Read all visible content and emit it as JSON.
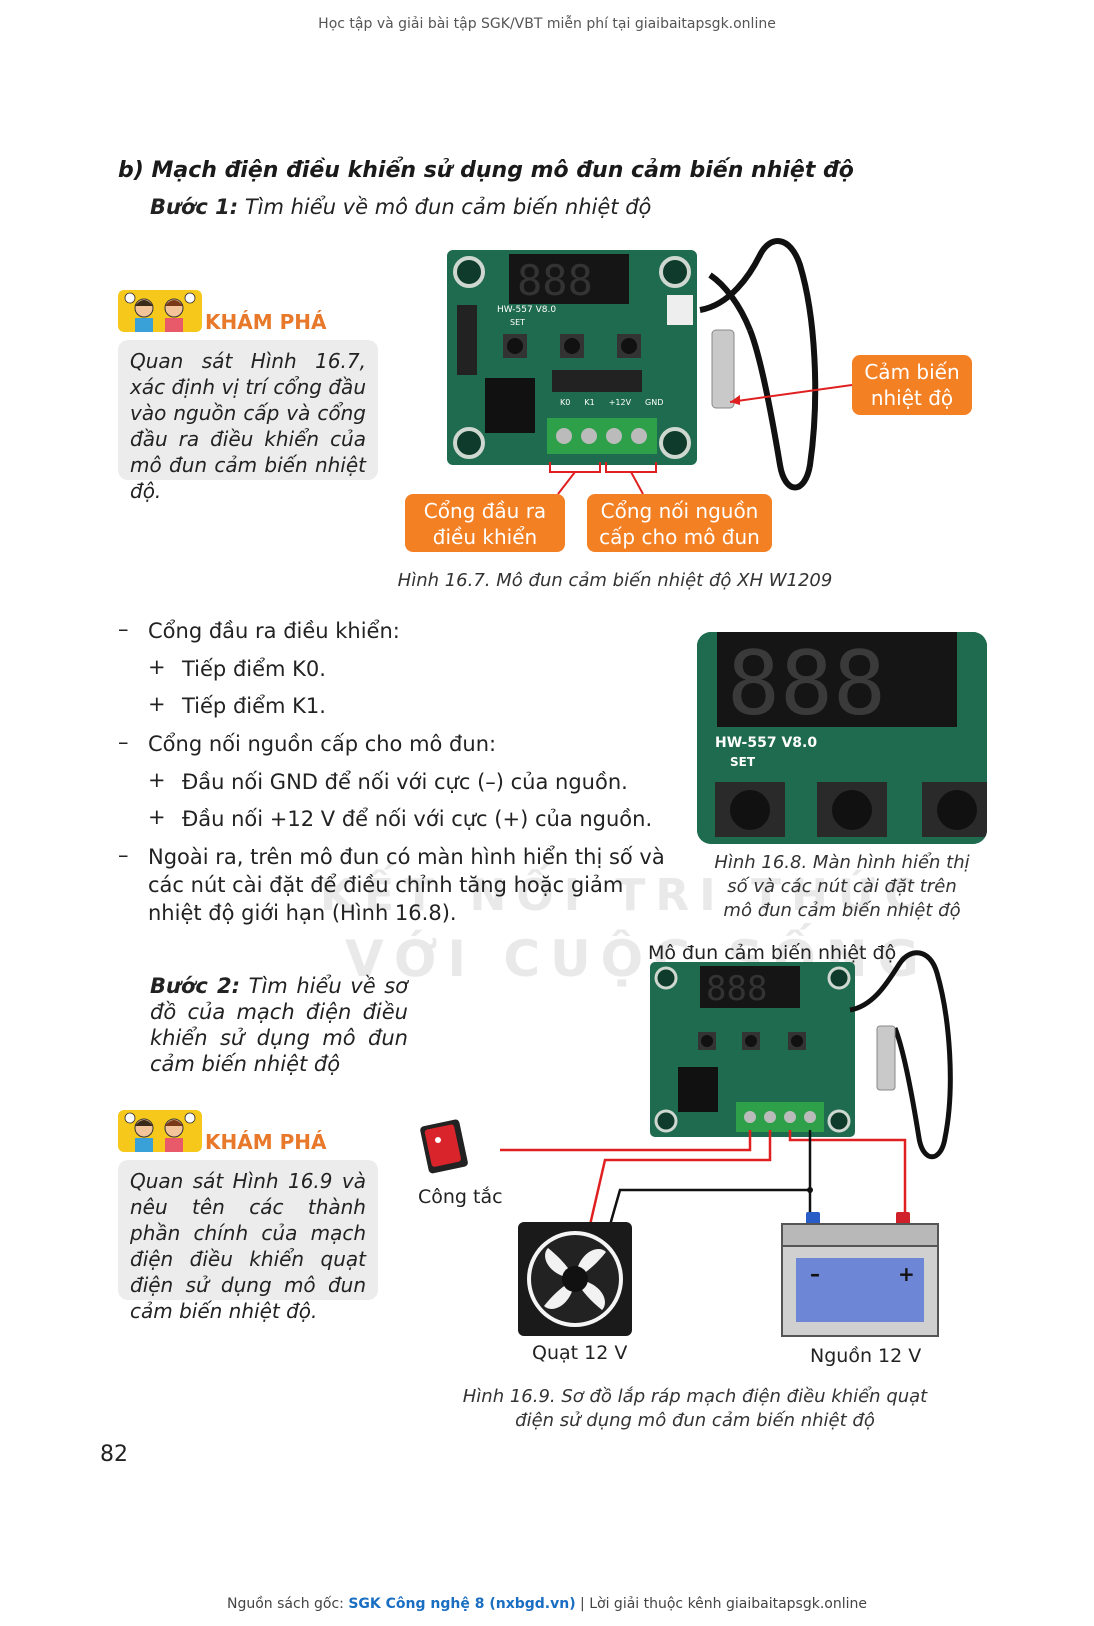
{
  "header": {
    "text": "Học tập và giải bài tập SGK/VBT miễn phí tại giaibaitapsgk.online"
  },
  "section_b": {
    "title": "b) Mạch điện điều khiển sử dụng mô đun cảm biến nhiệt độ"
  },
  "step1": {
    "label": "Bước 1:",
    "text": " Tìm hiểu về mô đun cảm biến nhiệt độ"
  },
  "explore1": {
    "heading": "KHÁM PHÁ",
    "body": "Quan sát Hình 16.7, xác định vị trí cổng đầu vào nguồn cấp và cổng đầu ra điều khiển của mô đun cảm biến nhiệt độ."
  },
  "fig167": {
    "callout_sensor": "Cảm biến nhiệt độ",
    "callout_output": "Cổng đầu ra điều khiển",
    "callout_power": "Cổng nối nguồn cấp cho mô đun",
    "caption": "Hình 16.7. Mô đun cảm biến nhiệt độ XH W1209",
    "board_label": "HW-557 V8.0",
    "set_label": "SET",
    "terminals": [
      "K0",
      "K1",
      "+12V",
      "GND"
    ]
  },
  "list": {
    "item1": "Cổng đầu ra điều khiển:",
    "item1_sub1": "Tiếp điểm K0.",
    "item1_sub2": "Tiếp điểm K1.",
    "item2": "Cổng nối nguồn cấp cho mô đun:",
    "item2_sub1": "Đầu nối GND để nối với cực (–) của nguồn.",
    "item2_sub2": "Đầu nối +12 V để nối với cực (+) của nguồn.",
    "item3": "Ngoài ra, trên mô đun có màn hình hiển thị số và các nút cài đặt để điều chỉnh tăng hoặc giảm nhiệt độ giới hạn (Hình 16.8).",
    "dash": "–",
    "plus": "+"
  },
  "fig168": {
    "board_label": "HW-557  V8.0",
    "set_label": "SET",
    "caption": "Hình 16.8. Màn hình hiển thị số và các nút cài đặt trên mô đun cảm biến nhiệt độ"
  },
  "step2": {
    "label": "Bước 2:",
    "text": " Tìm hiểu về sơ đồ của mạch điện điều khiển sử dụng mô đun cảm biến nhiệt độ"
  },
  "explore2": {
    "heading": "KHÁM PHÁ",
    "body": "Quan sát Hình 16.9 và nêu tên các thành phần chính của mạch điện điều khiển quạt điện sử dụng mô đun cảm biến nhiệt độ."
  },
  "fig169": {
    "module_label": "Mô đun cảm biến nhiệt độ",
    "switch_label": "Công tắc",
    "fan_label": "Quạt 12 V",
    "source_label": "Nguồn 12 V",
    "caption": "Hình 16.9. Sơ đồ lắp ráp mạch điện điều khiển quạt điện sử dụng mô đun cảm biến nhiệt độ",
    "battery_minus": "–",
    "battery_plus": "+"
  },
  "watermark": {
    "line1": "KẾT NỐI TRI THỨC",
    "line2": "VỚI CUỘC SỐNG"
  },
  "page_number": "82",
  "footer": {
    "prefix": "Nguồn sách gốc: ",
    "source": "SGK Công nghệ 8 (nxbgd.vn)",
    "suffix": " | Lời giải thuộc kênh giaibaitapsgk.online"
  },
  "colors": {
    "accent_orange": "#f48024",
    "pcb_green": "#1f6b4f",
    "wire_red": "#e02020"
  }
}
